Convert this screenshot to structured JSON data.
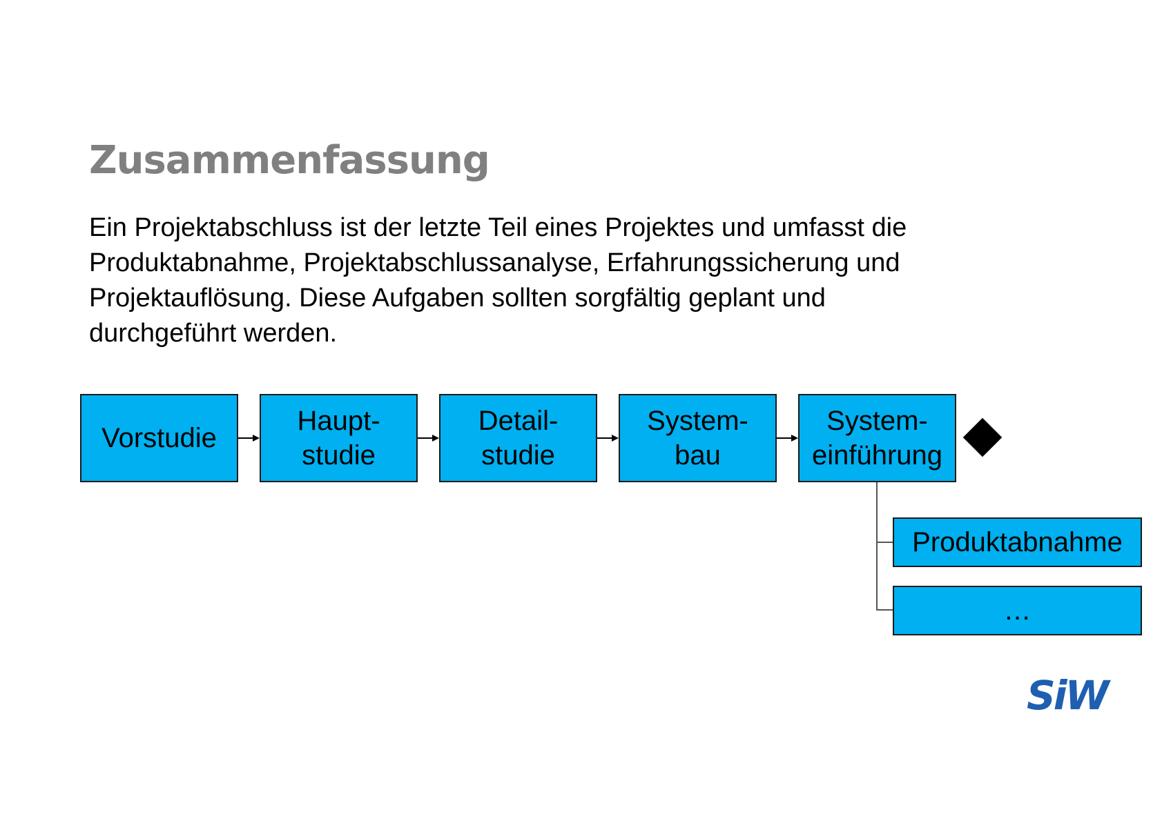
{
  "slide": {
    "title": "Zusammenfassung",
    "body_lines": [
      "Ein Projektabschluss ist der letzte Teil eines Projektes und umfasst die",
      "Produktabnahme, Projektabschlussanalyse, Erfahrungssicherung und",
      "Projektauflösung. Diese Aufgaben sollten sorgfältig geplant und",
      "durchgeführt werden."
    ]
  },
  "diagram": {
    "phases": [
      {
        "label": "Vorstudie"
      },
      {
        "label": "Haupt-\nstudie"
      },
      {
        "label": "Detail-\nstudie"
      },
      {
        "label": "System-\nbau"
      },
      {
        "label": "System-\neinführung"
      }
    ],
    "sub_tasks": [
      {
        "label": "Produktabnahme"
      },
      {
        "label": "…"
      }
    ],
    "milestone": "diamond"
  },
  "logo": {
    "text": "SIW",
    "color": "#1f5fb0"
  },
  "colors": {
    "box_fill": "#00b0f0",
    "title": "#808080"
  }
}
